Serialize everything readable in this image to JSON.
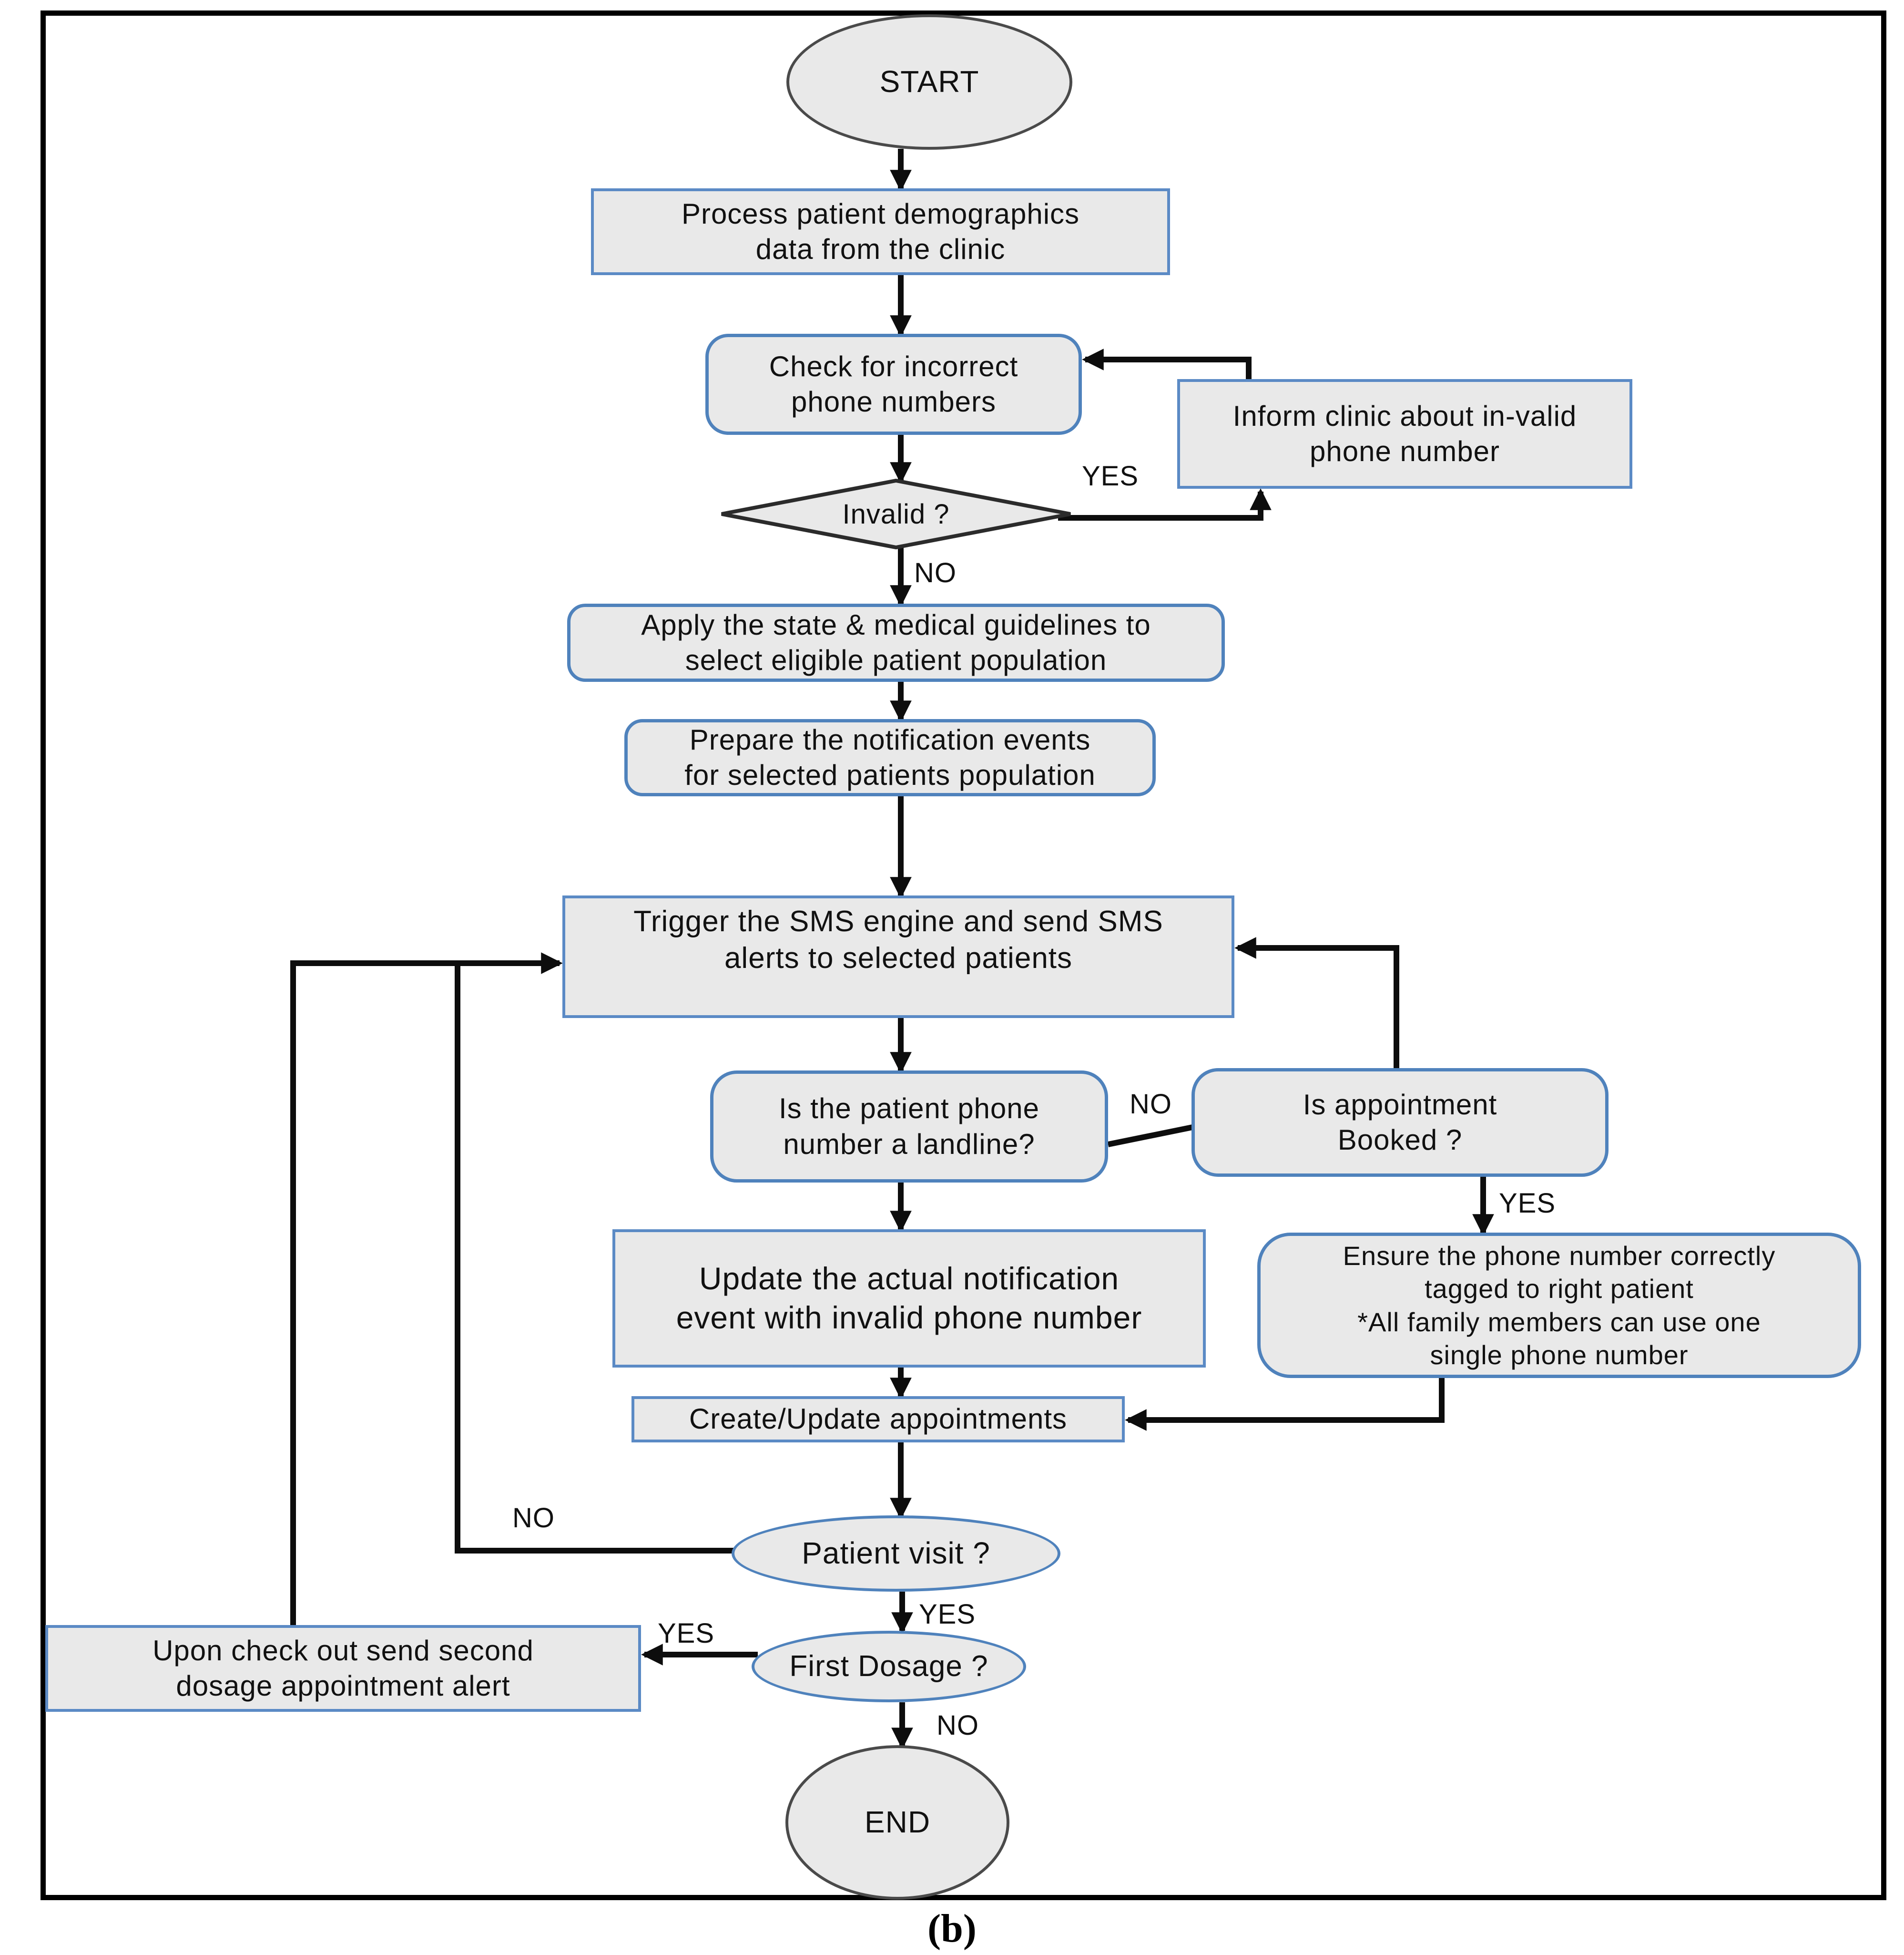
{
  "figure_caption": "(b)",
  "colors": {
    "node_fill": "#e9e9e9",
    "rounded_border_blue": "#4f82bc",
    "rect_border_blue": "#5b8ac5",
    "terminal_border_gray": "#4a4a4a",
    "connector_black": "#0d0d0d"
  },
  "nodes": {
    "start": "START",
    "process": "Process patient demographics\ndata from the clinic",
    "check": "Check for incorrect\nphone numbers",
    "invalid": "Invalid ?",
    "inform": "Inform clinic about in-valid\nphone number",
    "apply": "Apply the state & medical guidelines to\nselect eligible patient population",
    "prepare": "Prepare the notification events\nfor selected patients population",
    "trigger": "Trigger the SMS engine and send SMS\nalerts to selected patients",
    "landline": "Is the patient phone\nnumber a landline?",
    "booked": "Is appointment\nBooked ?",
    "update": "Update the actual notification\nevent with invalid phone number",
    "ensure": "Ensure the phone number correctly\ntagged to right patient\n*All family members can use one\nsingle phone number",
    "create": "Create/Update appointments",
    "patient_visit": "Patient visit ?",
    "upon_checkout": "Upon check out send second\ndosage appointment alert",
    "first_dosage": "First Dosage ?",
    "end": "END"
  },
  "edge_labels": {
    "invalid_yes": "YES",
    "invalid_no": "NO",
    "landline_no": "NO",
    "booked_yes": "YES",
    "visit_yes": "YES",
    "visit_no": "NO",
    "dosage_yes": "YES",
    "dosage_no": "NO"
  }
}
